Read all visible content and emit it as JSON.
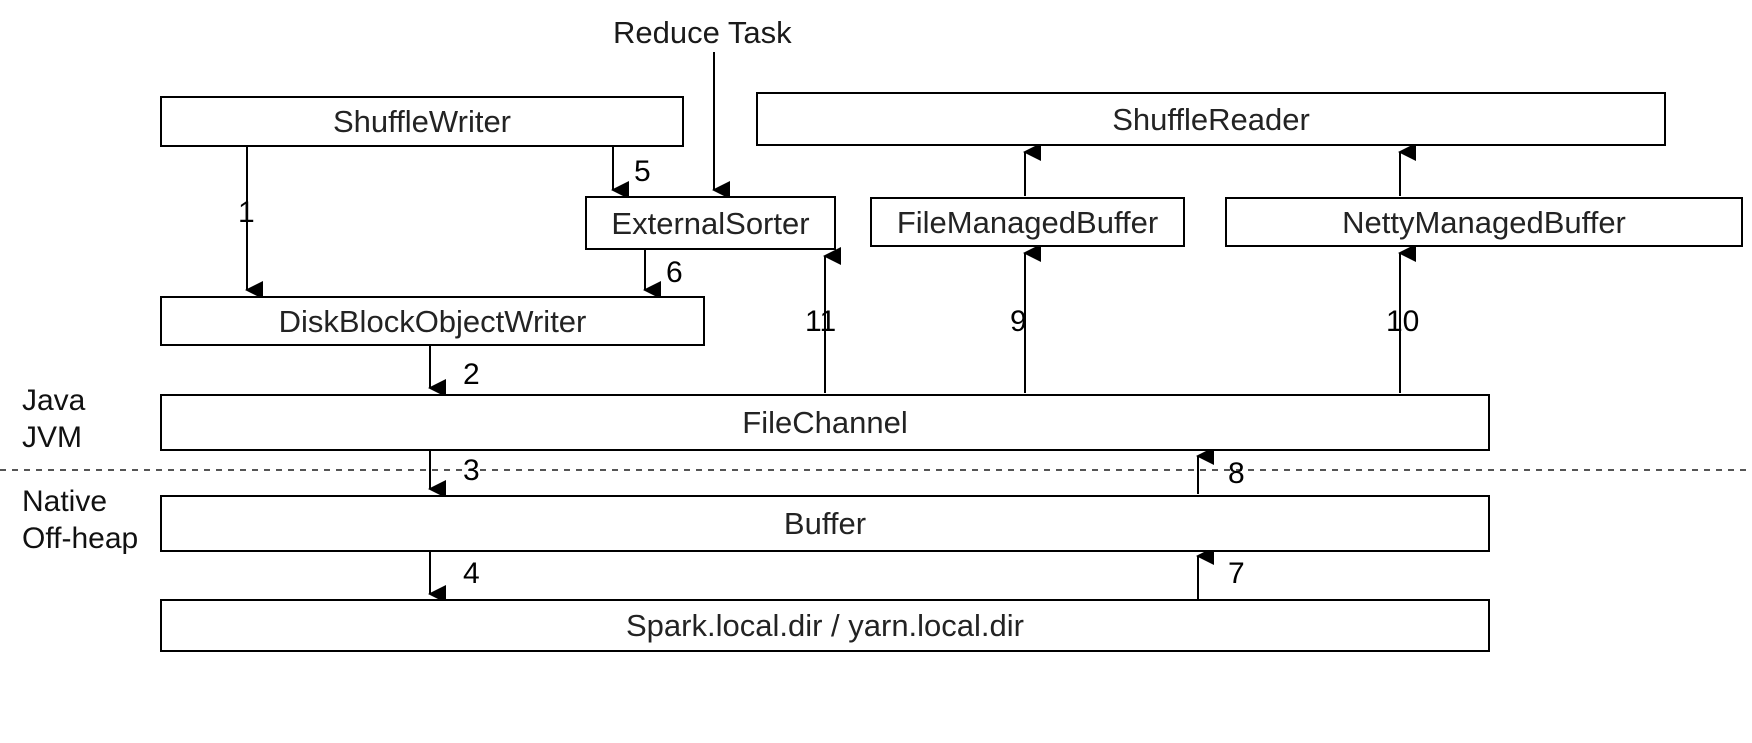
{
  "diagram": {
    "title_label": "Reduce Task",
    "zones": [
      {
        "id": "jvm",
        "line1": "Java",
        "line2": "JVM"
      },
      {
        "id": "native",
        "line1": "Native",
        "line2": "Off-heap"
      }
    ],
    "boxes": [
      {
        "id": "shuffle-writer",
        "label": "ShuffleWriter"
      },
      {
        "id": "shuffle-reader",
        "label": "ShuffleReader"
      },
      {
        "id": "external-sorter",
        "label": "ExternalSorter"
      },
      {
        "id": "file-managed-buffer",
        "label": "FileManagedBuffer"
      },
      {
        "id": "netty-managed-buffer",
        "label": "NettyManagedBuffer"
      },
      {
        "id": "disk-block-object-writer",
        "label": "DiskBlockObjectWriter"
      },
      {
        "id": "file-channel",
        "label": "FileChannel"
      },
      {
        "id": "buffer",
        "label": "Buffer"
      },
      {
        "id": "local-dir",
        "label": "Spark.local.dir / yarn.local.dir"
      }
    ],
    "steps": [
      {
        "id": "step-1",
        "num": "1",
        "from": "shuffle-writer",
        "to": "disk-block-object-writer"
      },
      {
        "id": "step-2",
        "num": "2",
        "from": "disk-block-object-writer",
        "to": "file-channel"
      },
      {
        "id": "step-3",
        "num": "3",
        "from": "file-channel",
        "to": "buffer"
      },
      {
        "id": "step-4",
        "num": "4",
        "from": "buffer",
        "to": "local-dir"
      },
      {
        "id": "step-5",
        "num": "5",
        "from": "shuffle-writer",
        "to": "external-sorter"
      },
      {
        "id": "step-6",
        "num": "6",
        "from": "external-sorter",
        "to": "disk-block-object-writer"
      },
      {
        "id": "step-7",
        "num": "7",
        "from": "local-dir",
        "to": "buffer"
      },
      {
        "id": "step-8",
        "num": "8",
        "from": "buffer",
        "to": "file-channel"
      },
      {
        "id": "step-9",
        "num": "9",
        "from": "file-channel",
        "to": "file-managed-buffer"
      },
      {
        "id": "step-10",
        "num": "10",
        "from": "file-channel",
        "to": "netty-managed-buffer"
      },
      {
        "id": "step-11",
        "num": "11",
        "from": "file-channel",
        "to": "external-sorter"
      }
    ],
    "colors": {
      "stroke": "#000000",
      "text": "#232323",
      "background": "#ffffff",
      "divider": "#555555"
    }
  }
}
